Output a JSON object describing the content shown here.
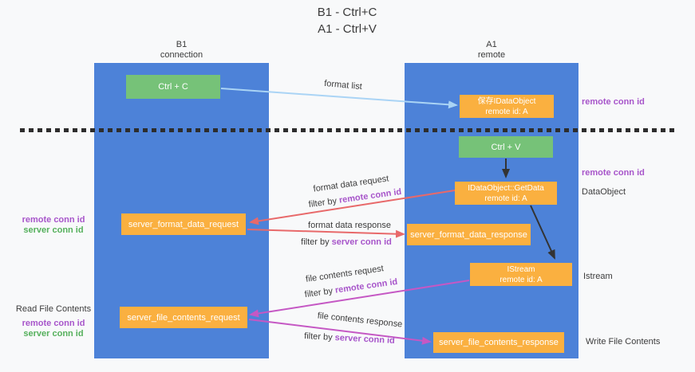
{
  "title": {
    "line1": "B1 - Ctrl+C",
    "line2": "A1 - Ctrl+V"
  },
  "lanes": {
    "b1": {
      "name": "B1",
      "subtitle": "connection"
    },
    "a1": {
      "name": "A1",
      "subtitle": "remote"
    }
  },
  "nodes": {
    "ctrl_c": {
      "label": "Ctrl + C"
    },
    "ctrl_v": {
      "label": "Ctrl + V"
    },
    "save_idataobject": {
      "line1": "保存IDataObject",
      "line2": "remote id: A"
    },
    "idataobject_getdata": {
      "line1": "IDataObject::GetData",
      "line2": "remote id: A"
    },
    "istream": {
      "line1": "IStream",
      "line2": "remote id: A"
    },
    "server_format_data_request": {
      "label": "server_format_data_request"
    },
    "server_format_data_response": {
      "label": "server_format_data_response"
    },
    "server_file_contents_request": {
      "label": "server_file_contents_request"
    },
    "server_file_contents_response": {
      "label": "server_file_contents_response"
    }
  },
  "flow_labels": {
    "format_list": "format list",
    "format_data_request": "format data request",
    "format_data_request_filter": {
      "prefix": "filter by ",
      "highlight": "remote conn id"
    },
    "format_data_response": "format data response",
    "format_data_response_filter": {
      "prefix": "filter by ",
      "highlight": "server conn id"
    },
    "file_contents_request": "file contents request",
    "file_contents_request_filter": {
      "prefix": "filter by ",
      "highlight": "remote conn id"
    },
    "file_contents_response": "file contents response",
    "file_contents_response_filter": {
      "prefix": "filter by ",
      "highlight": "server conn id"
    }
  },
  "annotations": {
    "right_remote_conn_id_top": "remote conn id",
    "right_remote_conn_id_mid": "remote conn id",
    "right_dataobject": "DataObject",
    "right_istream": "Istream",
    "right_write_file_contents": "Write File Contents",
    "left_remote_conn_id_mid": "remote conn id",
    "left_server_conn_id_mid": "server conn id",
    "left_read_file_contents": "Read File Contents",
    "left_remote_conn_id_bottom": "remote conn id",
    "left_server_conn_id_bottom": "server conn id"
  },
  "colors": {
    "lane_blue": "#4d82d8",
    "node_green": "#76c278",
    "node_orange": "#fab040",
    "arrow_light_blue": "#aad4f5",
    "arrow_red": "#e8696a",
    "arrow_magenta": "#c558c4",
    "arrow_black": "#333333",
    "text_purple": "#a755ca",
    "text_green": "#55b05c",
    "divider_dark": "#2d2d2d"
  }
}
